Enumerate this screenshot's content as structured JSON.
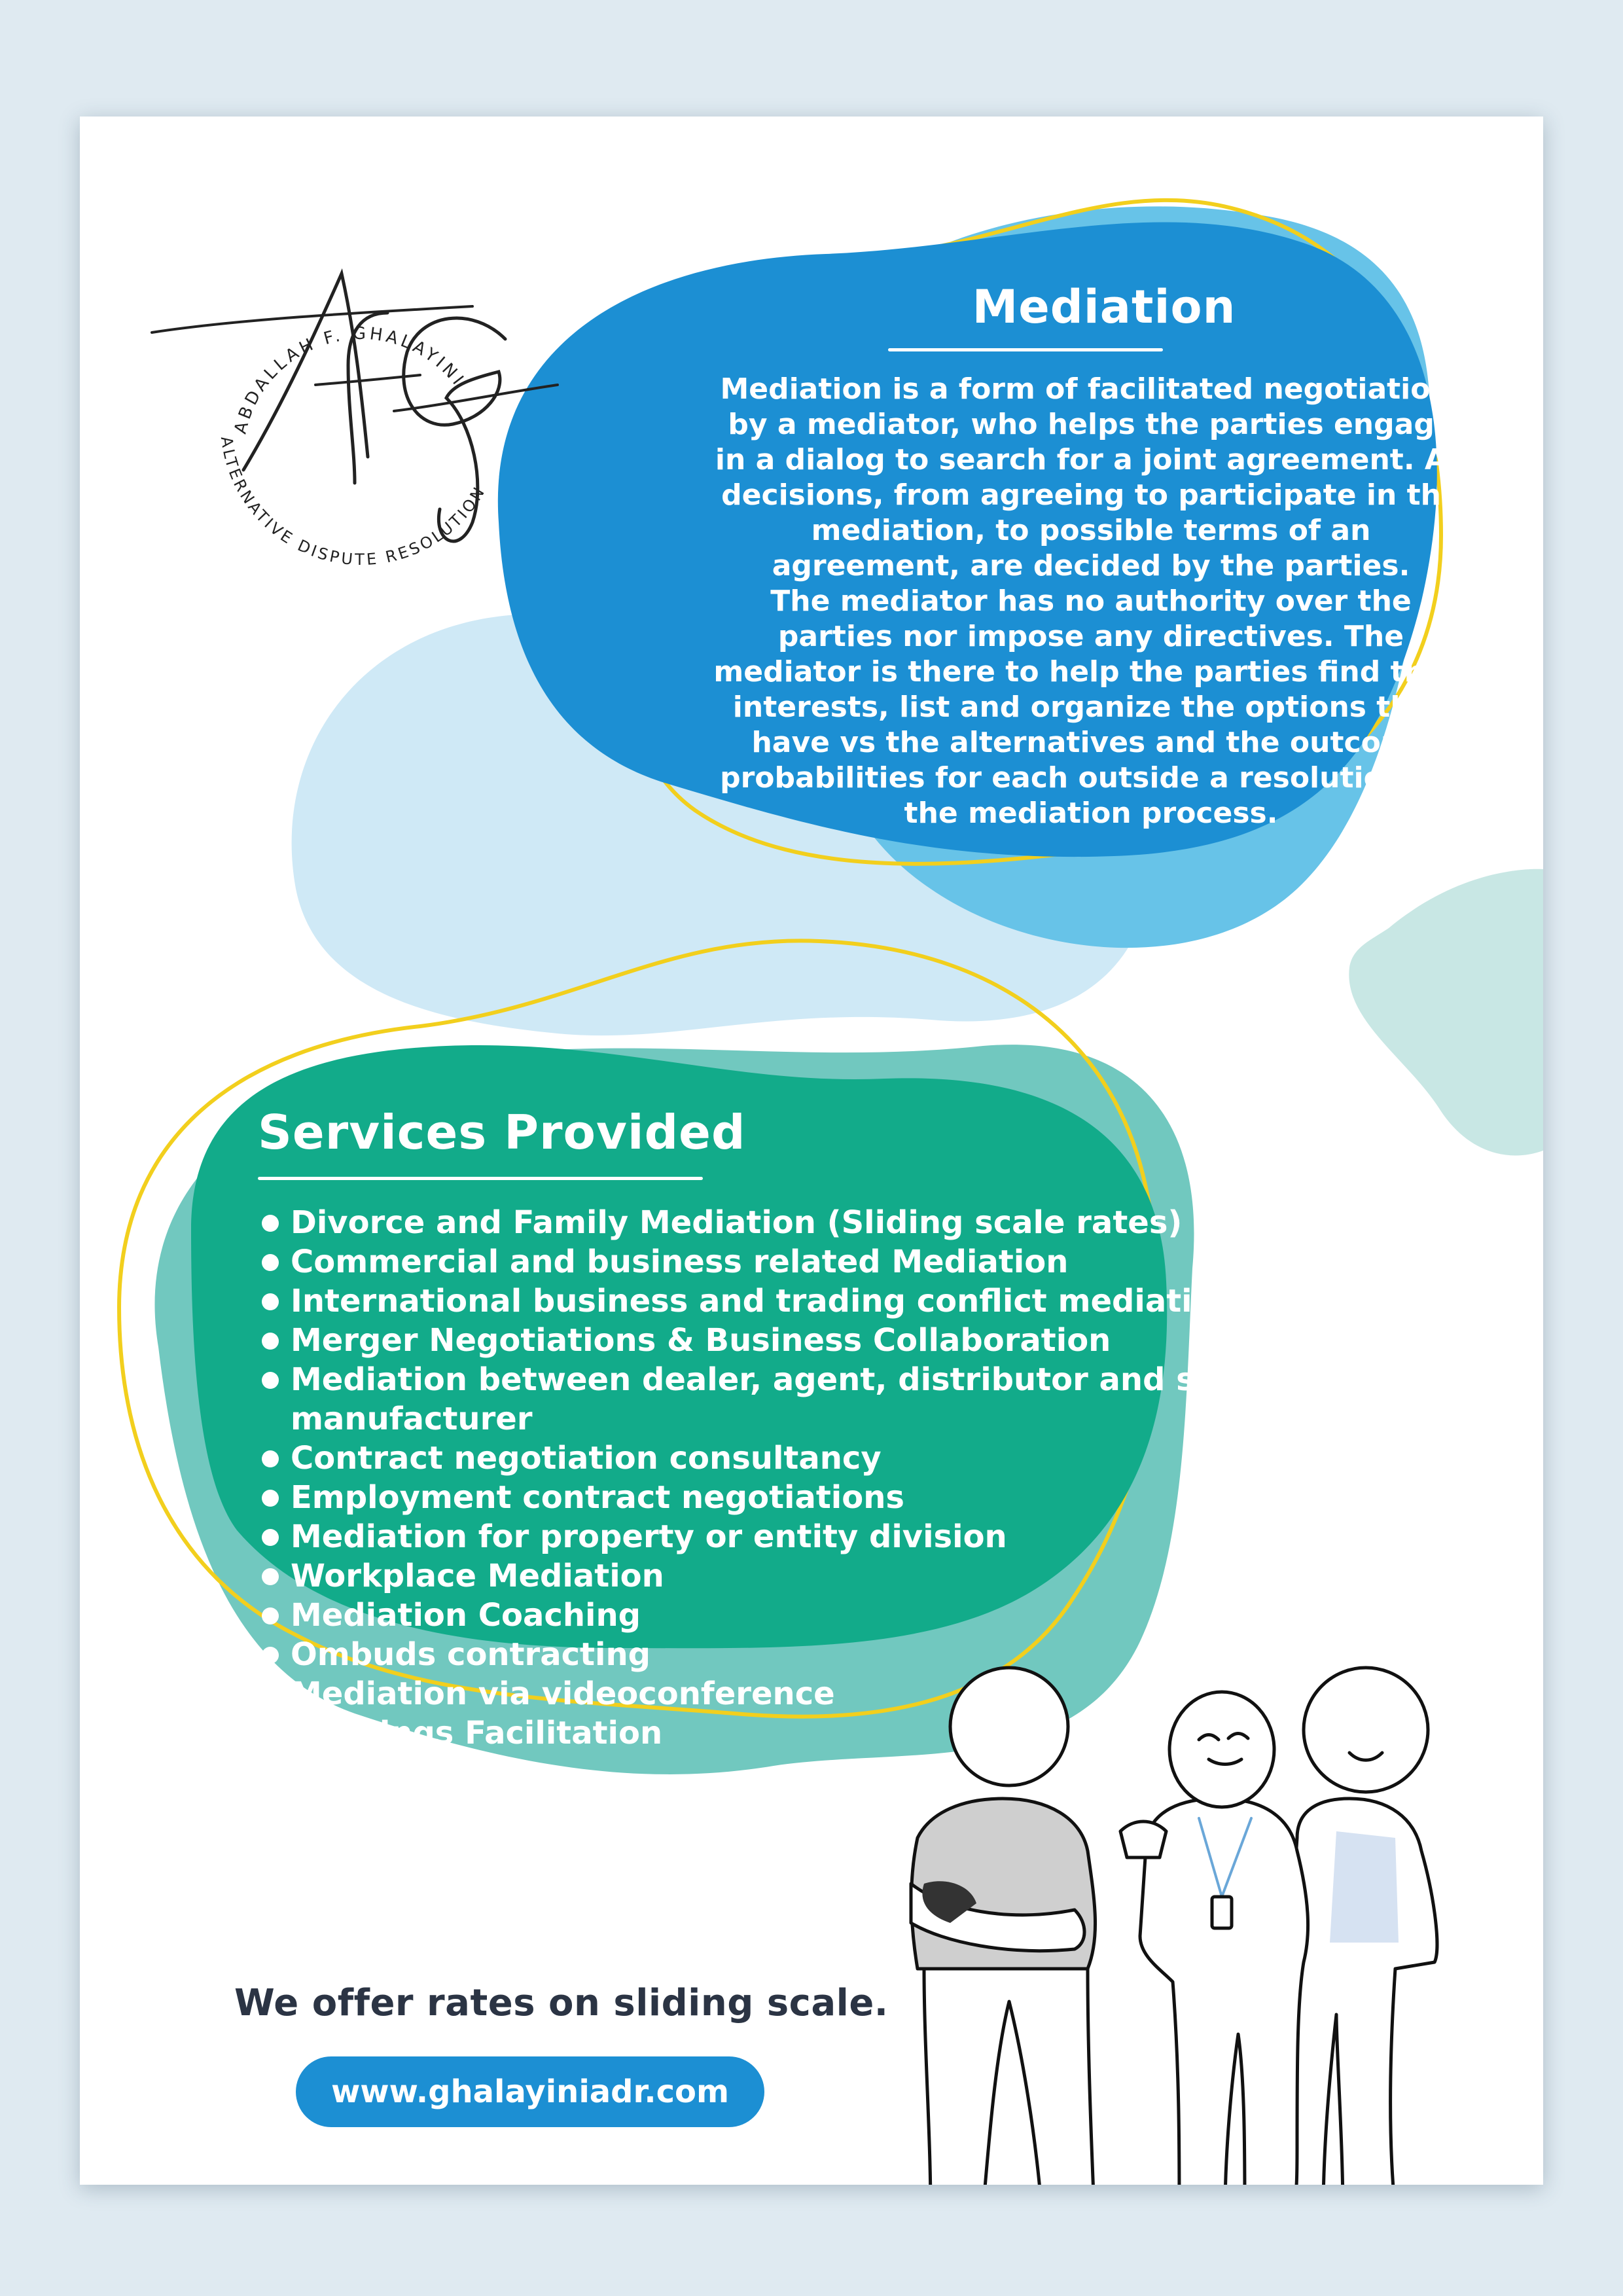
{
  "logo": {
    "monogram": "AFG",
    "ring_top": "ABDALLAH F. GHALAYINI",
    "ring_bottom": "ALTERNATIVE DISPUTE RESOLUTION",
    "icon": "afg-signature-logo"
  },
  "mediation": {
    "title": "Mediation",
    "lines": [
      "Mediation is a form of facilitated negotiation,",
      "by a mediator, who helps the parties engage",
      "in a dialog to search for a joint agreement. All",
      "decisions, from agreeing to participate in the",
      "mediation, to possible terms of an",
      "agreement, are decided by the parties.",
      "The mediator has no authority over the",
      "parties nor impose any directives. The",
      "mediator is there to help the parties find their",
      "interests, list and organize the options they",
      "have vs the alternatives and the outcome",
      "probabilities for each outside a resolution via",
      "the mediation process."
    ]
  },
  "services": {
    "title": "Services Provided",
    "items": [
      "Divorce and Family Mediation (Sliding scale rates)",
      "Commercial and business related Mediation",
      "International business and trading conflict mediation",
      "Merger Negotiations & Business Collaboration",
      "Mediation between dealer, agent, distributor and supplier, manufacturer",
      "Contract negotiation consultancy",
      "Employment contract negotiations",
      "Mediation for property or entity division",
      "Workplace Mediation",
      "Mediation Coaching",
      "Ombuds contracting",
      "Mediation via videoconference",
      "Meetings Facilitation"
    ]
  },
  "footer": {
    "rates_note": "We offer rates on sliding scale.",
    "website": "www.ghalayiniadr.com"
  },
  "illustration": {
    "icon": "three-people-illustration"
  },
  "colors": {
    "page_background": "#dfeaf1",
    "mediation_blob": "#1c8fd3",
    "light_blue_blob": "#67c3e8",
    "pale_blue_blob": "#cfe9f6",
    "services_blob": "#12ab8a",
    "teal_blob": "#71c8bf",
    "pale_teal_blob": "#c8e7e4",
    "outline_yellow": "#f2cf1d",
    "footer_text": "#2b3444",
    "website_button": "#1c8fd3"
  }
}
